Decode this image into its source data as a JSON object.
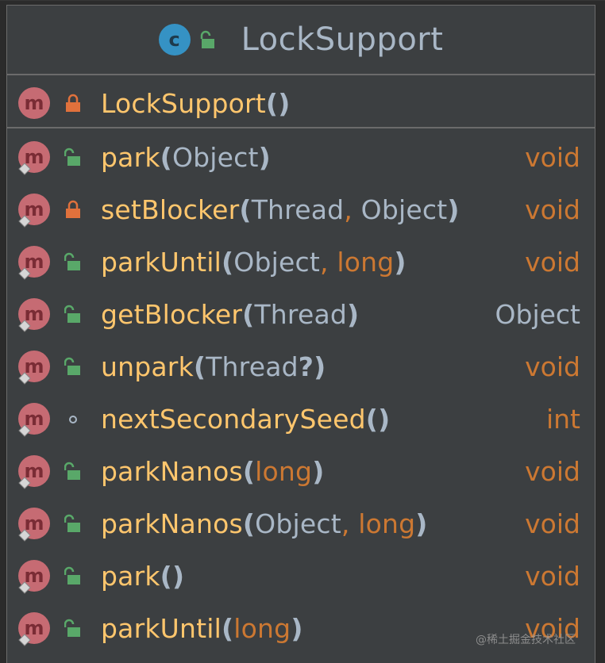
{
  "class_box": {
    "icon_letter": "c",
    "title": "LockSupport"
  },
  "constructor": {
    "icon_letter": "m",
    "visibility": "private-lock-icon",
    "name": "LockSupport",
    "parens": "()"
  },
  "methods": [
    {
      "icon_letter": "m",
      "visibility": "public-lock-icon",
      "name": "park",
      "open": "(",
      "params": [
        {
          "text": "Object",
          "kind": "type"
        }
      ],
      "close": ")",
      "return": "void",
      "return_kind": "prim"
    },
    {
      "icon_letter": "m",
      "visibility": "private-lock-icon",
      "name": "setBlocker",
      "open": "(",
      "params": [
        {
          "text": "Thread",
          "kind": "type"
        },
        {
          "text": "Object",
          "kind": "type"
        }
      ],
      "close": ")",
      "return": "void",
      "return_kind": "prim"
    },
    {
      "icon_letter": "m",
      "visibility": "public-lock-icon",
      "name": "parkUntil",
      "open": "(",
      "params": [
        {
          "text": "Object",
          "kind": "type"
        },
        {
          "text": "long",
          "kind": "prim"
        }
      ],
      "close": ")",
      "return": "void",
      "return_kind": "prim"
    },
    {
      "icon_letter": "m",
      "visibility": "public-lock-icon",
      "name": "getBlocker",
      "open": "(",
      "params": [
        {
          "text": "Thread",
          "kind": "type"
        }
      ],
      "close": ")",
      "return": "Object",
      "return_kind": "obj"
    },
    {
      "icon_letter": "m",
      "visibility": "public-lock-icon",
      "name": "unpark",
      "open": "(",
      "params": [
        {
          "text": "Thread",
          "kind": "type"
        },
        {
          "text": "?",
          "kind": "bold"
        }
      ],
      "close": ")",
      "joiner": "",
      "return": "void",
      "return_kind": "prim"
    },
    {
      "icon_letter": "m",
      "visibility": "package-dot-icon",
      "name": "nextSecondarySeed",
      "open": "(",
      "params": [],
      "close": ")",
      "return": "int",
      "return_kind": "prim"
    },
    {
      "icon_letter": "m",
      "visibility": "public-lock-icon",
      "name": "parkNanos",
      "open": "(",
      "params": [
        {
          "text": "long",
          "kind": "prim"
        }
      ],
      "close": ")",
      "return": "void",
      "return_kind": "prim"
    },
    {
      "icon_letter": "m",
      "visibility": "public-lock-icon",
      "name": "parkNanos",
      "open": "(",
      "params": [
        {
          "text": "Object",
          "kind": "type"
        },
        {
          "text": "long",
          "kind": "prim"
        }
      ],
      "close": ")",
      "return": "void",
      "return_kind": "prim"
    },
    {
      "icon_letter": "m",
      "visibility": "public-lock-icon",
      "name": "park",
      "open": "(",
      "params": [],
      "close": ")",
      "return": "void",
      "return_kind": "prim"
    },
    {
      "icon_letter": "m",
      "visibility": "public-lock-icon",
      "name": "parkUntil",
      "open": "(",
      "params": [
        {
          "text": "long",
          "kind": "prim"
        }
      ],
      "close": ")",
      "return": "void",
      "return_kind": "prim"
    }
  ],
  "watermark": "@稀土掘金技术社区",
  "colors": {
    "panel_bg": "#3c3f41",
    "border": "#6b6b6b",
    "method_name": "#ffc66d",
    "keyword": "#cc7832",
    "plain": "#a9b7c6",
    "method_icon": "#c66b73",
    "class_icon": "#3592c4",
    "public_lock": "#59a869",
    "private_lock": "#e0713c"
  }
}
